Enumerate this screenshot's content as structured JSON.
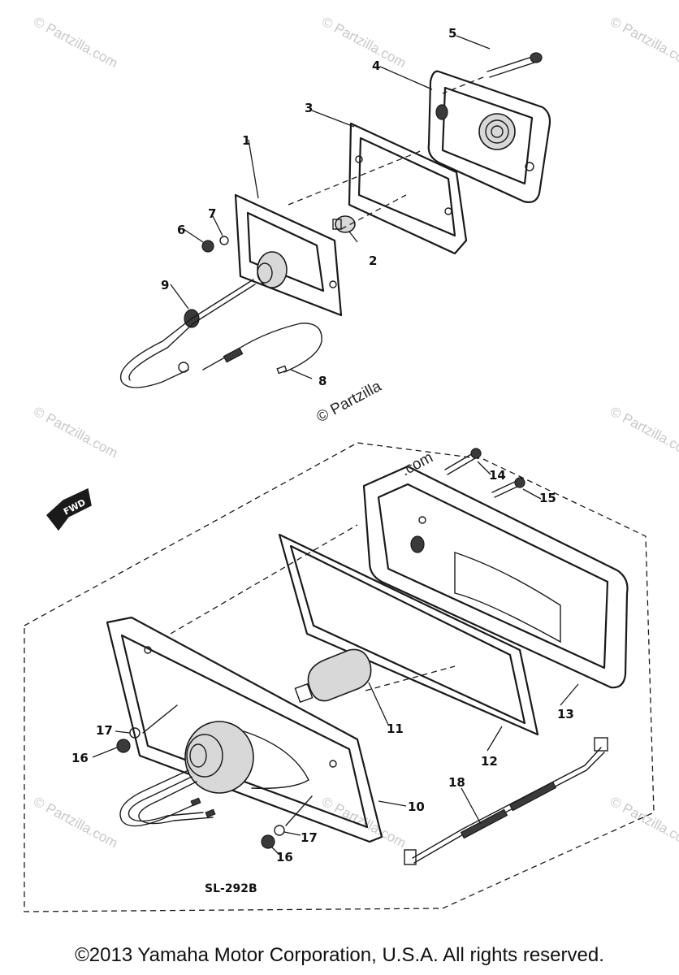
{
  "diagram": {
    "drawing_code": "SL-292B",
    "forward_label": "FWD",
    "callouts_upper": [
      "1",
      "2",
      "3",
      "4",
      "5",
      "6",
      "7",
      "8",
      "9"
    ],
    "callouts_lower": [
      "10",
      "11",
      "12",
      "13",
      "14",
      "15",
      "16",
      "17",
      "17",
      "16",
      "18"
    ]
  },
  "watermark": {
    "text": "© Partzilla.com",
    "center_line1": "© Partzilla",
    "center_line2": ".com"
  },
  "footer": {
    "copyright": "©2013 Yamaha Motor Corporation, U.S.A. All rights reserved."
  }
}
